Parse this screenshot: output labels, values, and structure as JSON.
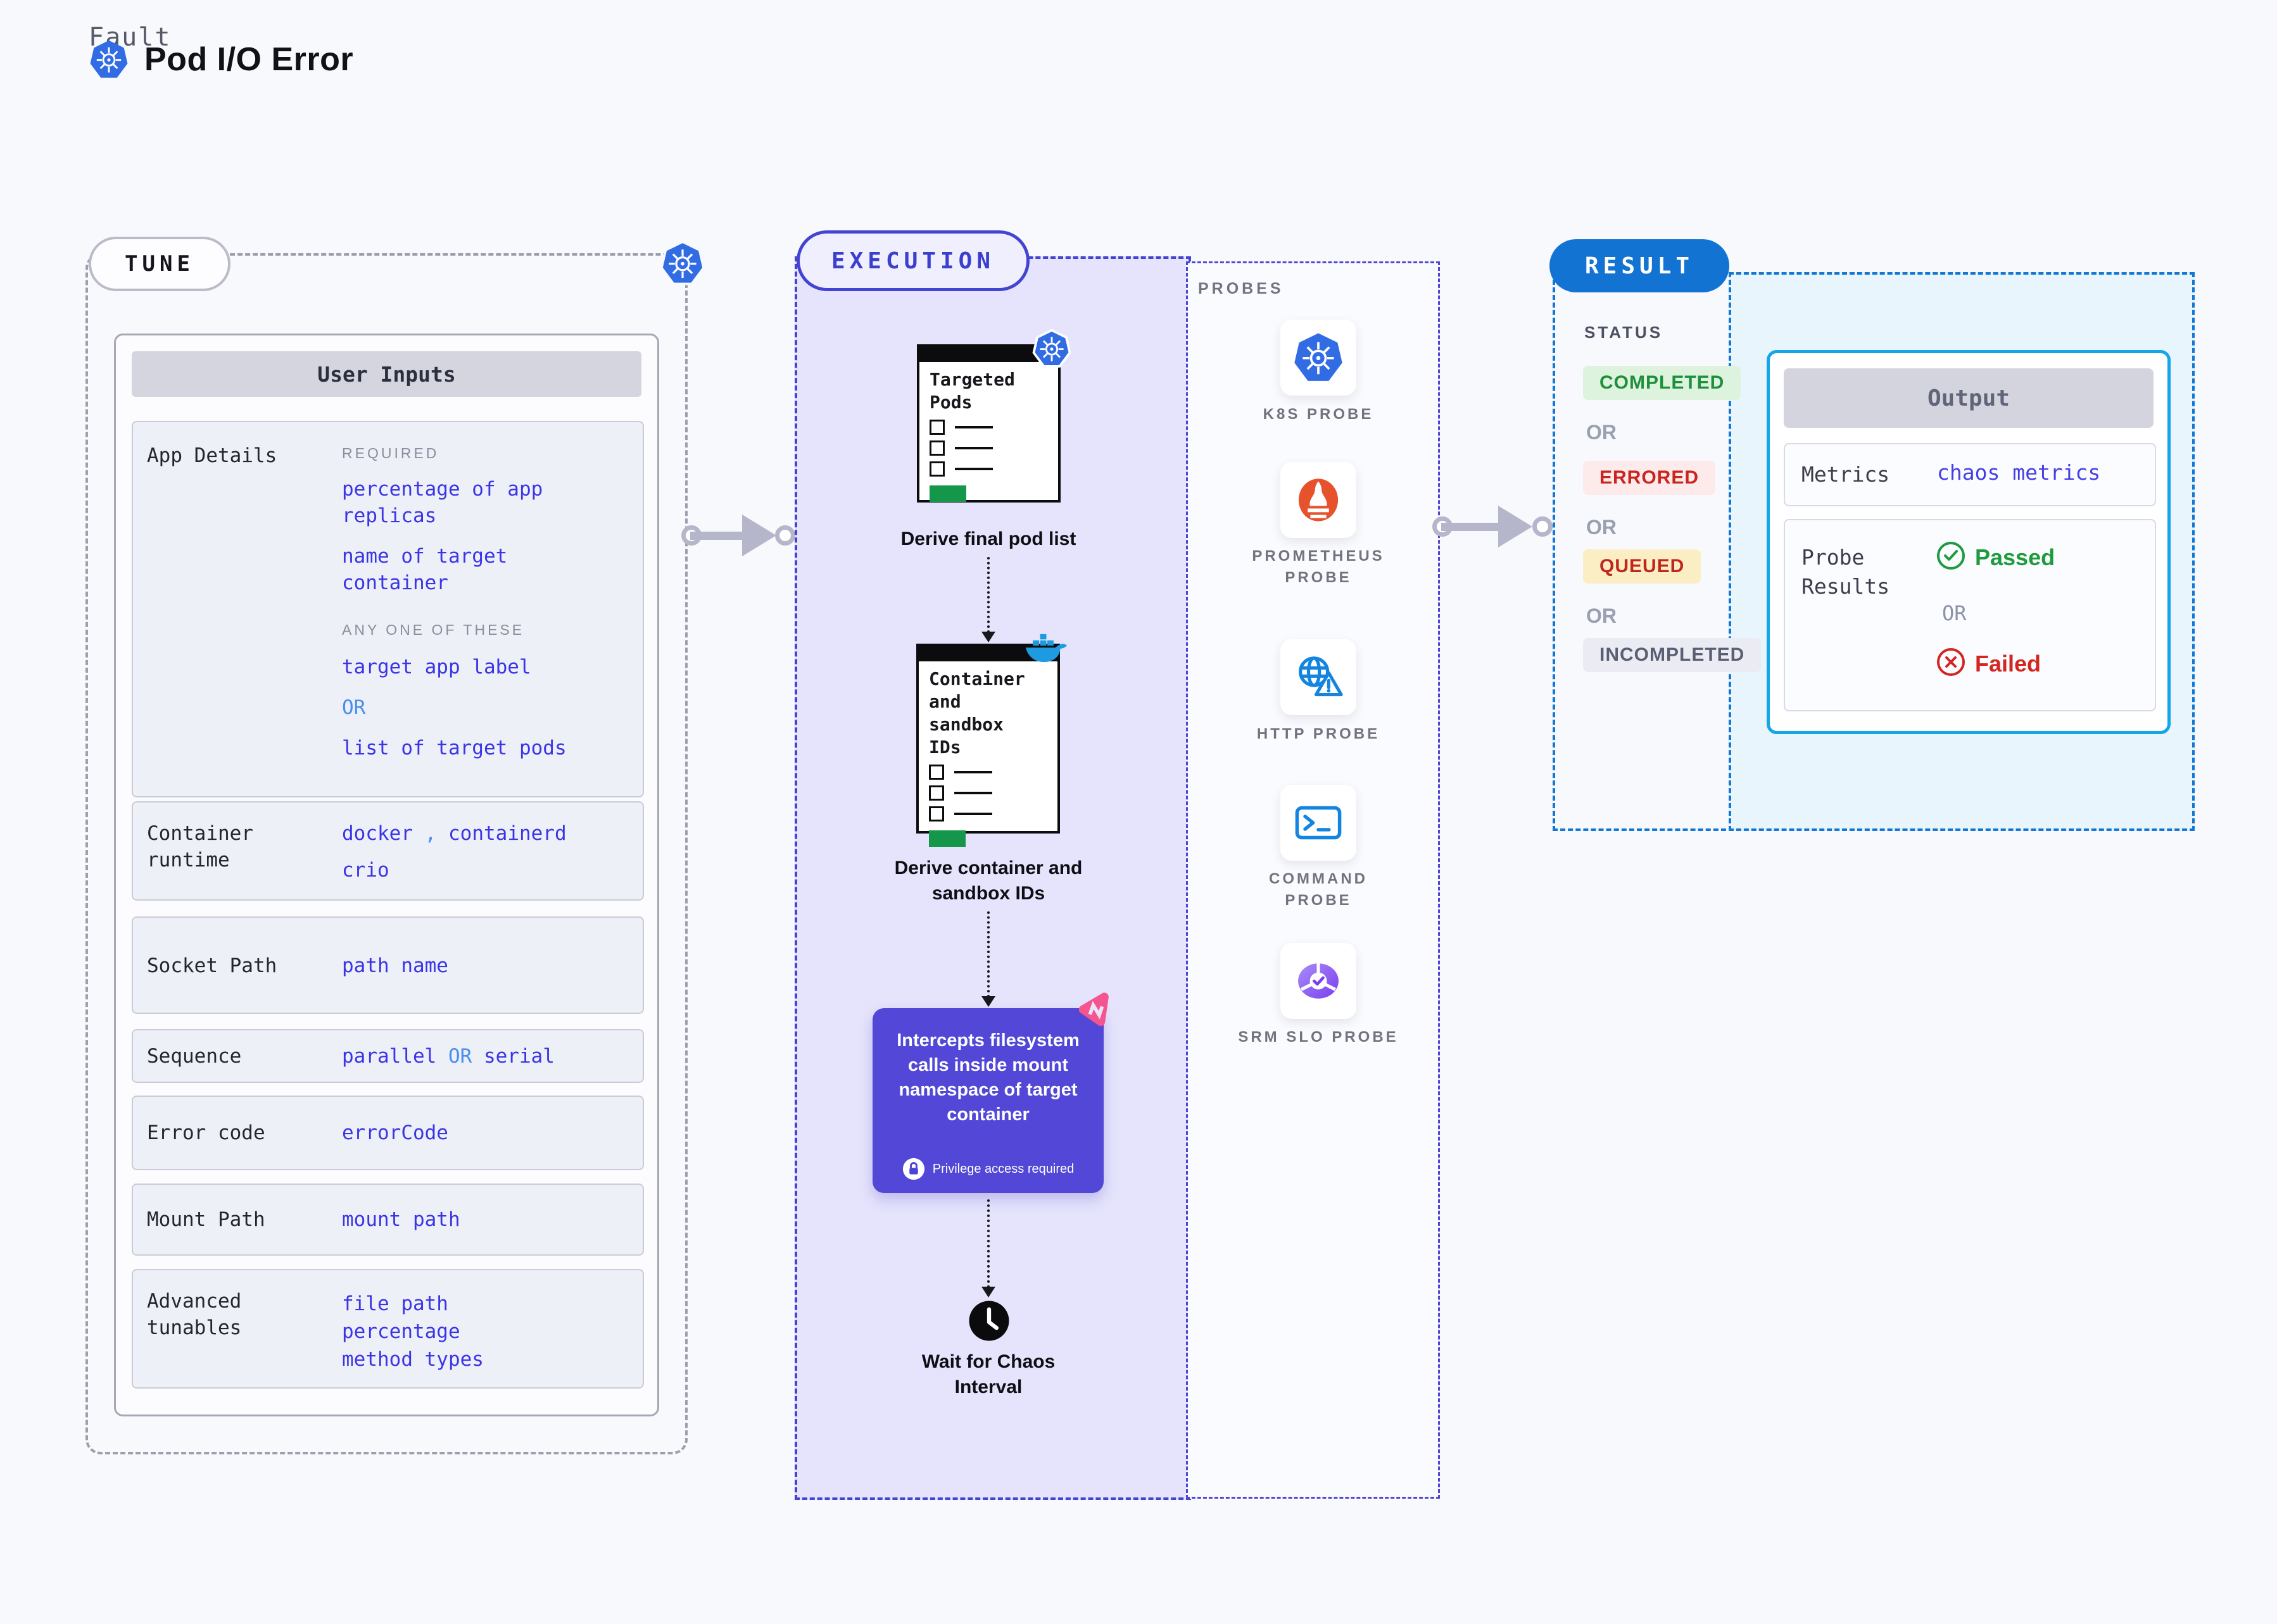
{
  "header": {
    "kicker": "Fault",
    "title": "Pod I/O Error"
  },
  "tune": {
    "pill": "TUNE",
    "panel_title": "User Inputs",
    "app_details": {
      "label": "App Details",
      "required_heading": "REQUIRED",
      "required_1": "percentage of app replicas",
      "required_2": "name of target container",
      "any_heading": "ANY ONE OF THESE",
      "any_1": "target app label",
      "or": "OR",
      "any_2": "list of target pods"
    },
    "container_runtime": {
      "label": "Container runtime",
      "v1": "docker",
      "sep": ",",
      "v2": "containerd",
      "v3": "crio"
    },
    "socket_path": {
      "label": "Socket Path",
      "value": "path name"
    },
    "sequence": {
      "label": "Sequence",
      "v1": "parallel",
      "or": "OR",
      "v2": "serial"
    },
    "error_code": {
      "label": "Error code",
      "value": "errorCode"
    },
    "mount_path": {
      "label": "Mount Path",
      "value": "mount path"
    },
    "advanced": {
      "label": "Advanced tunables",
      "v1": "file path",
      "v2": "percentage",
      "v3": "method types"
    }
  },
  "execution": {
    "pill": "EXECUTION",
    "card1_title": "Targeted Pods",
    "caption1": "Derive final pod list",
    "card2_title": "Container and sandbox IDs",
    "caption2": "Derive container and sandbox IDs",
    "intercept_text": "Intercepts filesystem calls inside mount namespace of target container",
    "intercept_note": "Privilege access required",
    "caption3": "Wait for Chaos Interval"
  },
  "probes": {
    "heading": "PROBES",
    "items": [
      {
        "label": "K8S PROBE",
        "icon": "kubernetes-icon"
      },
      {
        "label": "PROMETHEUS PROBE",
        "icon": "prometheus-icon"
      },
      {
        "label": "HTTP PROBE",
        "icon": "http-globe-warning-icon"
      },
      {
        "label": "COMMAND PROBE",
        "icon": "terminal-icon"
      },
      {
        "label": "SRM SLO PROBE",
        "icon": "slo-pie-check-icon"
      }
    ]
  },
  "result": {
    "pill": "RESULT",
    "status_heading": "STATUS",
    "status_completed": "COMPLETED",
    "or_1": "OR",
    "status_errored": "ERRORED",
    "or_2": "OR",
    "status_queued": "QUEUED",
    "or_3": "OR",
    "status_incompleted": "INCOMPLETED",
    "output": {
      "title": "Output",
      "metrics_label": "Metrics",
      "metrics_value": "chaos metrics",
      "probe_label": "Probe Results",
      "passed": "Passed",
      "or": "OR",
      "failed": "Failed"
    }
  },
  "colors": {
    "kubernetes_blue": "#326ce5",
    "execution_indigo": "#4344d2",
    "result_blue": "#1273d2",
    "value_indigo": "#3a35e6",
    "or_light_blue": "#4a8df0",
    "passed_green": "#1e9b3c",
    "failed_red": "#d3261f",
    "prometheus_orange": "#e6522c",
    "pink_badge": "#f5548e",
    "purple_box": "#5247d6",
    "green_bar": "#14974a",
    "output_border": "#14a6e6"
  }
}
